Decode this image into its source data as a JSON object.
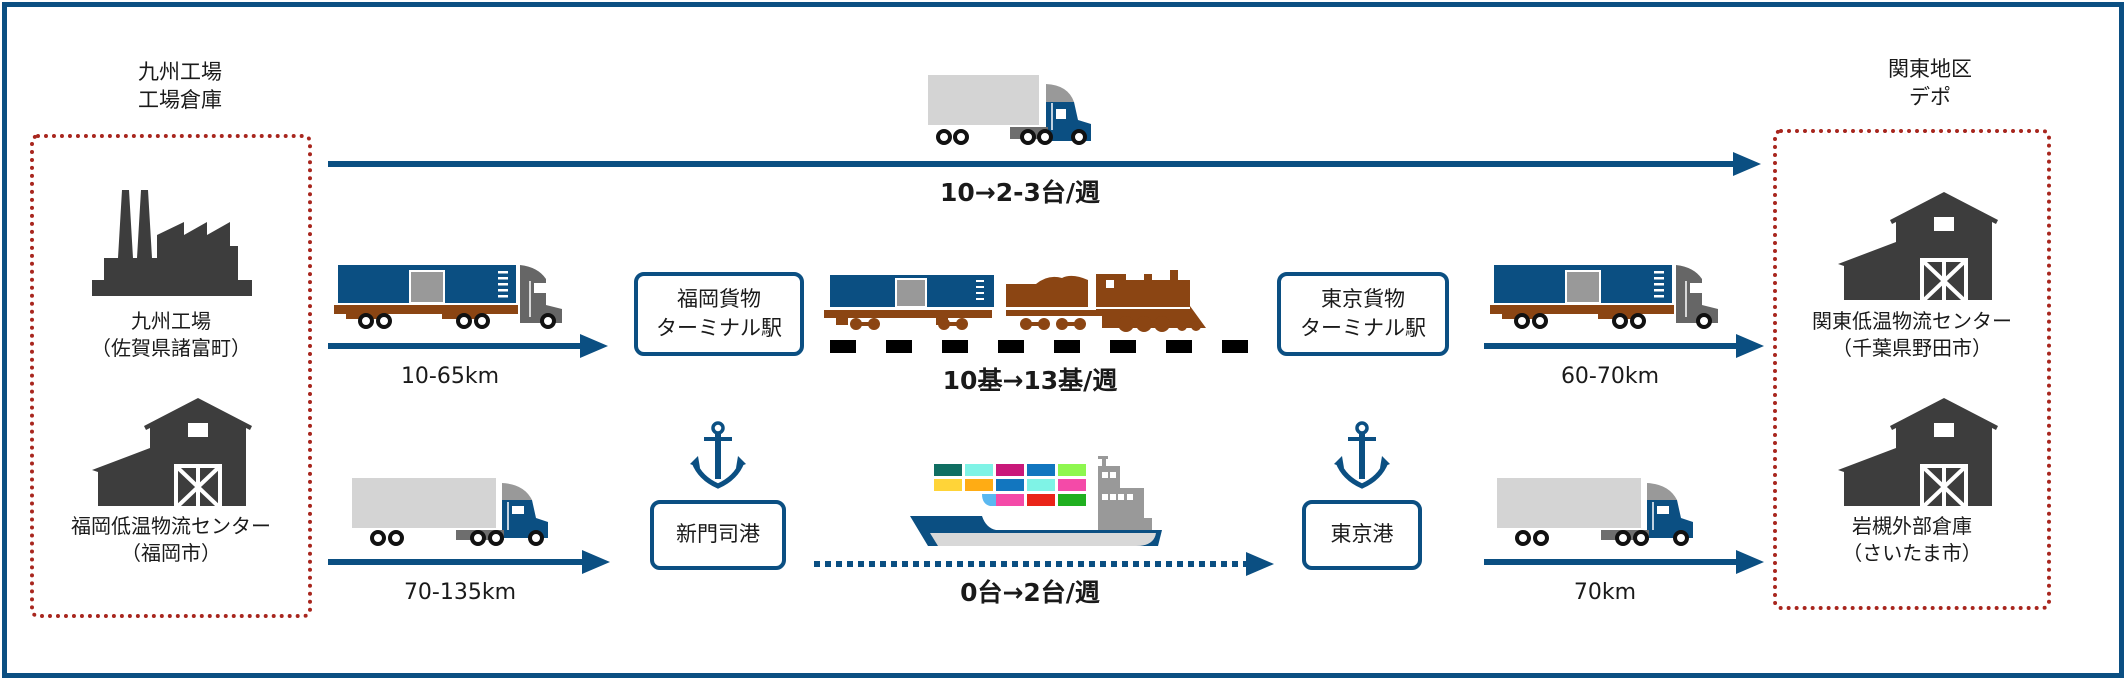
{
  "colors": {
    "frame": "#0b4f82",
    "arrow": "#0b4f82",
    "dotted_box": "#a8261e",
    "building": "#3d3d3d",
    "rail_brown": "#8b4513",
    "truck_trailer_gray": "#d4d4d4",
    "truck_cab_blue": "#0b4f82",
    "truck_cab_gray": "#666666"
  },
  "origin": {
    "title_line1": "九州工場",
    "title_line2": "工場倉庫",
    "sites": [
      {
        "icon": "factory-icon",
        "name": "九州工場",
        "location": "（佐賀県諸富町）"
      },
      {
        "icon": "warehouse-icon",
        "name": "福岡低温物流センター",
        "location": "（福岡市）"
      }
    ]
  },
  "destination": {
    "title_line1": "関東地区",
    "title_line2": "デポ",
    "sites": [
      {
        "icon": "warehouse-icon",
        "name": "関東低温物流センター",
        "location": "（千葉県野田市）"
      },
      {
        "icon": "warehouse-icon",
        "name": "岩槻外部倉庫",
        "location": "（さいたま市）"
      }
    ]
  },
  "routes": {
    "truck_direct": {
      "mode": "truck",
      "rate": "10→2-3台/週"
    },
    "rail": {
      "mode": "rail",
      "first_leg_distance": "10-65km",
      "origin_terminal_line1": "福岡貨物",
      "origin_terminal_line2": "ターミナル駅",
      "rate": "10基→13基/週",
      "dest_terminal_line1": "東京貨物",
      "dest_terminal_line2": "ターミナル駅",
      "last_leg_distance": "60-70km"
    },
    "sea": {
      "mode": "ship",
      "first_leg_distance": "70-135km",
      "origin_port": "新門司港",
      "rate": "0台→2台/週",
      "dest_port": "東京港",
      "last_leg_distance": "70km"
    }
  },
  "ship_containers": [
    [
      "#0f6e62",
      "#7ff3e6",
      "#c9187a",
      "#1276bf",
      "#8ef74f"
    ],
    [
      "#ffd438",
      "#ffac14",
      "#1276bf",
      "#7ff3e6",
      "#f44aa8"
    ],
    [
      "",
      "",
      "#f44aa8",
      "#ea2418",
      "#20b020"
    ]
  ]
}
